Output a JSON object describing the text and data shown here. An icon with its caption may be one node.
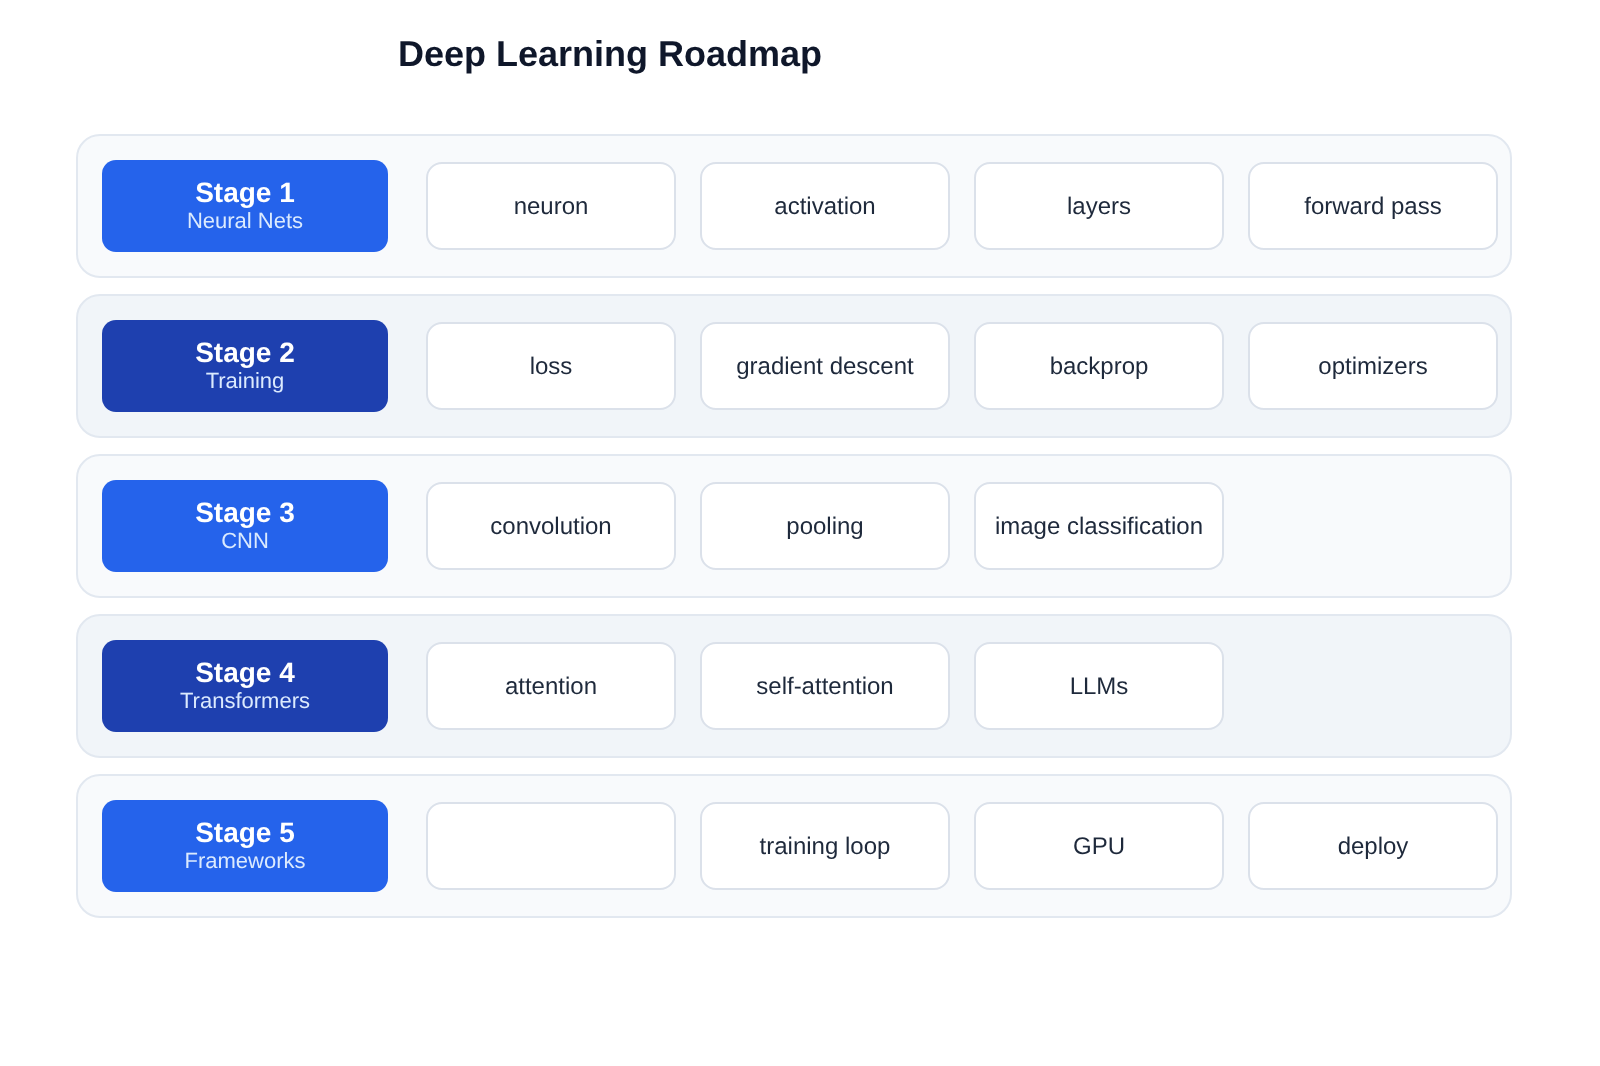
{
  "diagram": {
    "title": "Deep Learning Roadmap",
    "nodes": [
      {
        "text": [],
        "shape": "band"
      },
      {
        "text": [
          "Stage 1",
          "Neural Nets"
        ],
        "in": 0
      },
      {
        "text": [
          "neuron"
        ],
        "in": 0
      },
      {
        "text": [
          "activation"
        ],
        "in": 0
      },
      {
        "text": [
          "layers"
        ],
        "in": 0
      },
      {
        "text": [
          "forward pass"
        ],
        "in": 0
      },
      {
        "text": [],
        "shape": "band"
      },
      {
        "text": [
          "Stage 2",
          "Training"
        ],
        "in": 6
      },
      {
        "text": [
          "loss"
        ],
        "in": 6
      },
      {
        "text": [
          "gradient descent"
        ],
        "in": 6
      },
      {
        "text": [
          "backprop"
        ],
        "in": 6
      },
      {
        "text": [
          "optimizers"
        ],
        "in": 6
      },
      {
        "text": [],
        "shape": "band"
      },
      {
        "text": [
          "Stage 3",
          "CNN"
        ],
        "in": 12
      },
      {
        "text": [
          "convolution"
        ],
        "in": 12
      },
      {
        "text": [
          "pooling"
        ],
        "in": 12
      },
      {
        "text": [
          "image classification"
        ],
        "in": 12
      },
      {
        "text": [],
        "shape": "band"
      },
      {
        "text": [
          "Stage 4",
          "Transformers"
        ],
        "in": 17
      },
      {
        "text": [
          "attention"
        ],
        "in": 17
      },
      {
        "text": [
          "self-attention"
        ],
        "in": 17
      },
      {
        "text": [
          "LLMs"
        ],
        "in": 17
      },
      {
        "text": [],
        "shape": "band"
      },
      {
        "text": [
          "Stage 5",
          "Frameworks"
        ],
        "in": 22
      },
      {
        "text": [],
        "shape": "box",
        "in": 22
      },
      {
        "text": [
          "training loop"
        ],
        "in": 22
      },
      {
        "text": [
          "GPU"
        ],
        "in": 22
      },
      {
        "text": [
          "deploy"
        ],
        "in": 22
      }
    ],
    "edges": []
  }
}
